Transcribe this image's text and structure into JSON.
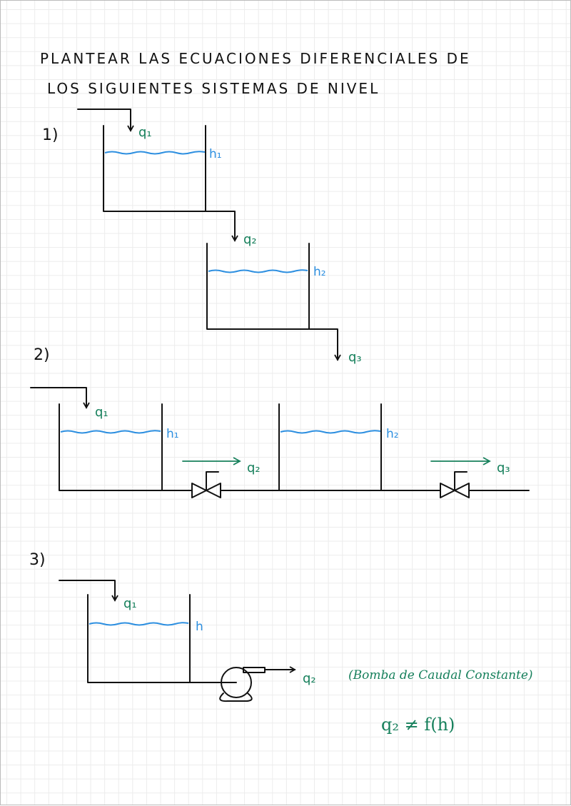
{
  "title": {
    "line1": "PLANTEAR LAS ECUACIONES DIFERENCIALES DE",
    "line2": "LOS SIGUIENTES SISTEMAS DE NIVEL"
  },
  "system1": {
    "number": "1)",
    "q1": "q₁",
    "h1": "h₁",
    "q2": "q₂",
    "h2": "h₂",
    "q3": "q₃"
  },
  "system2": {
    "number": "2)",
    "q1": "q₁",
    "h1": "h₁",
    "q2": "q₂",
    "h2": "h₂",
    "q3": "q₃"
  },
  "system3": {
    "number": "3)",
    "q1": "q₁",
    "h": "h",
    "q2": "q₂",
    "note": "(Bomba de Caudal Constante)",
    "equation": "q₂ ≠ f(h)"
  },
  "colors": {
    "ink": "#111111",
    "water": "#2d8fe0",
    "flow": "#17805c"
  }
}
